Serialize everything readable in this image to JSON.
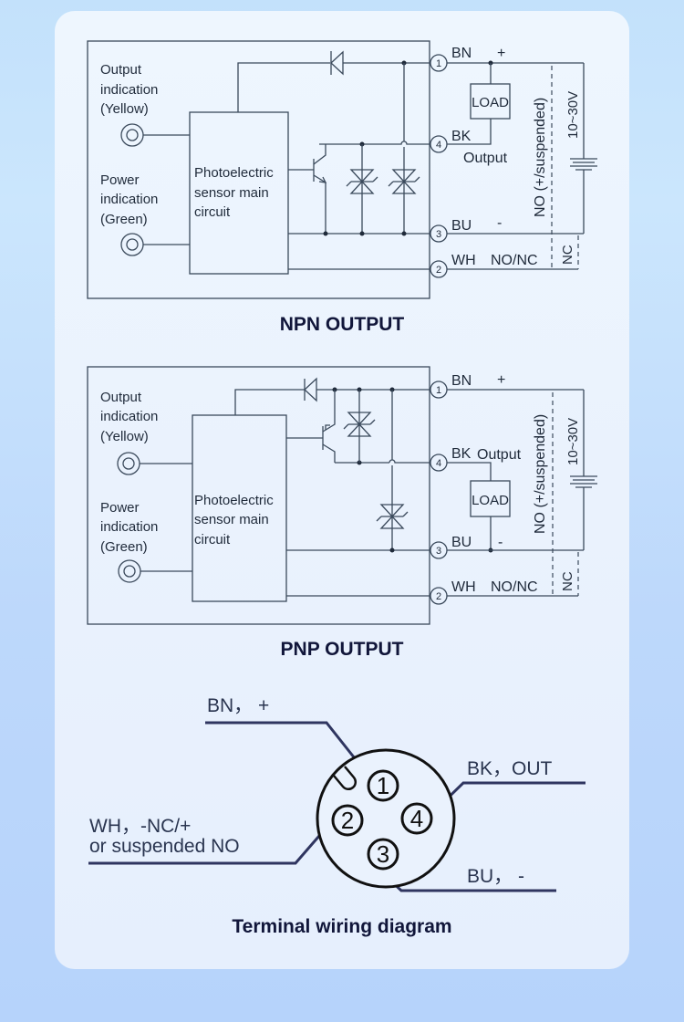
{
  "npn": {
    "title": "NPN OUTPUT",
    "output_indication": [
      "Output",
      "indication",
      "(Yellow)"
    ],
    "power_indication": [
      "Power",
      "indication",
      "(Green)"
    ],
    "main_circuit": [
      "Photoelectric",
      "sensor main",
      "circuit"
    ],
    "pins": [
      "1",
      "4",
      "3",
      "2"
    ],
    "wire_bn": "BN",
    "wire_bk": "BK",
    "wire_bu": "BU",
    "wire_wh": "WH",
    "plus": "+",
    "minus": "-",
    "load": "LOAD",
    "output": "Output",
    "no_nc": "NO/NC",
    "no_suspended": "NO (+/suspended)",
    "nc": "NC",
    "voltage": "10~30V"
  },
  "pnp": {
    "title": "PNP OUTPUT",
    "output_indication": [
      "Output",
      "indication",
      "(Yellow)"
    ],
    "power_indication": [
      "Power",
      "indication",
      "(Green)"
    ],
    "main_circuit": [
      "Photoelectric",
      "sensor main",
      "circuit"
    ],
    "pins": [
      "1",
      "4",
      "3",
      "2"
    ],
    "wire_bn": "BN",
    "wire_bk": "BK",
    "wire_bu": "BU",
    "wire_wh": "WH",
    "plus": "+",
    "minus": "-",
    "load": "LOAD",
    "output": "Output",
    "no_nc": "NO/NC",
    "no_suspended": "NO (+/suspended)",
    "nc": "NC",
    "voltage": "10~30V"
  },
  "terminal": {
    "title": "Terminal wiring diagram",
    "bn_label": "BN， +",
    "bk_label": "BK，OUT",
    "wh_label_line1": "WH，-NC/+",
    "wh_label_line2": "or suspended NO",
    "bu_label": "BU， -",
    "pins": [
      "1",
      "2",
      "3",
      "4"
    ]
  }
}
